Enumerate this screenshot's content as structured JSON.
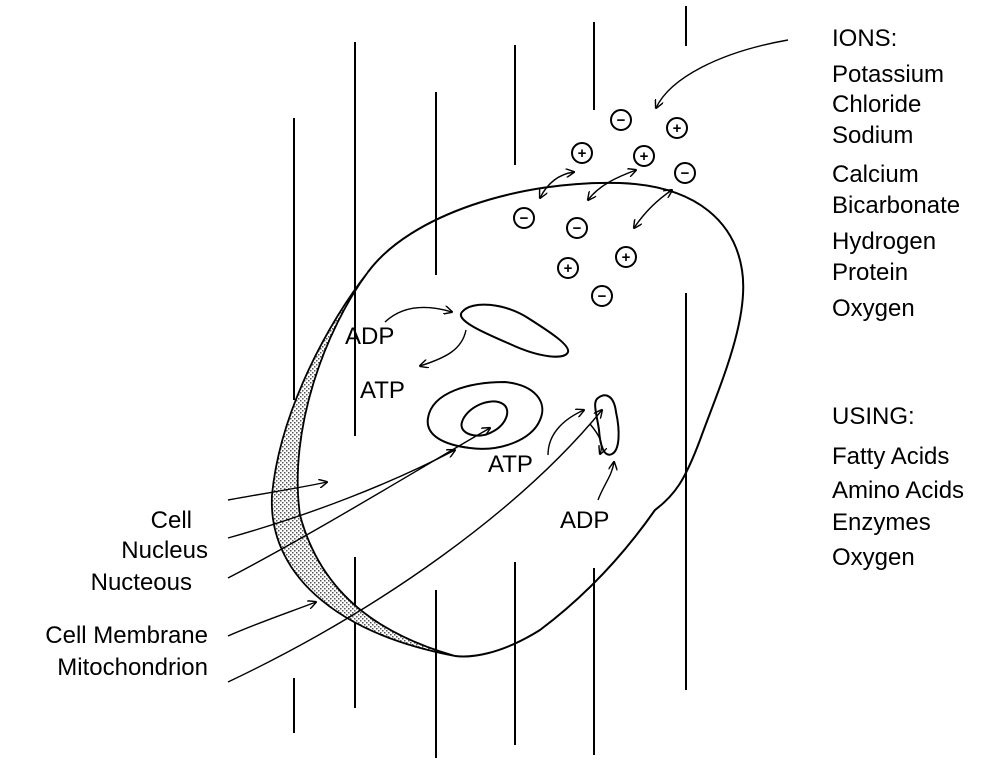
{
  "ions_panel": {
    "heading": "IONS:",
    "items": [
      "Potassium",
      "Chloride",
      "Sodium",
      "Calcium",
      "Bicarbonate",
      "Hydrogen",
      "Protein",
      "Oxygen"
    ]
  },
  "using_panel": {
    "heading": "USING:",
    "items": [
      "Fatty Acids",
      "Amino Acids",
      "Enzymes",
      "Oxygen"
    ]
  },
  "part_labels": [
    "Cell",
    "Nucleus",
    "Nucteous",
    "Cell Membrane",
    "Mitochondrion"
  ],
  "molecule_labels": {
    "adp_upper": "ADP",
    "atp_upper": "ATP",
    "atp_lower": "ATP",
    "adp_lower": "ADP"
  },
  "ion_symbols": {
    "plus": "+",
    "minus": "−"
  }
}
